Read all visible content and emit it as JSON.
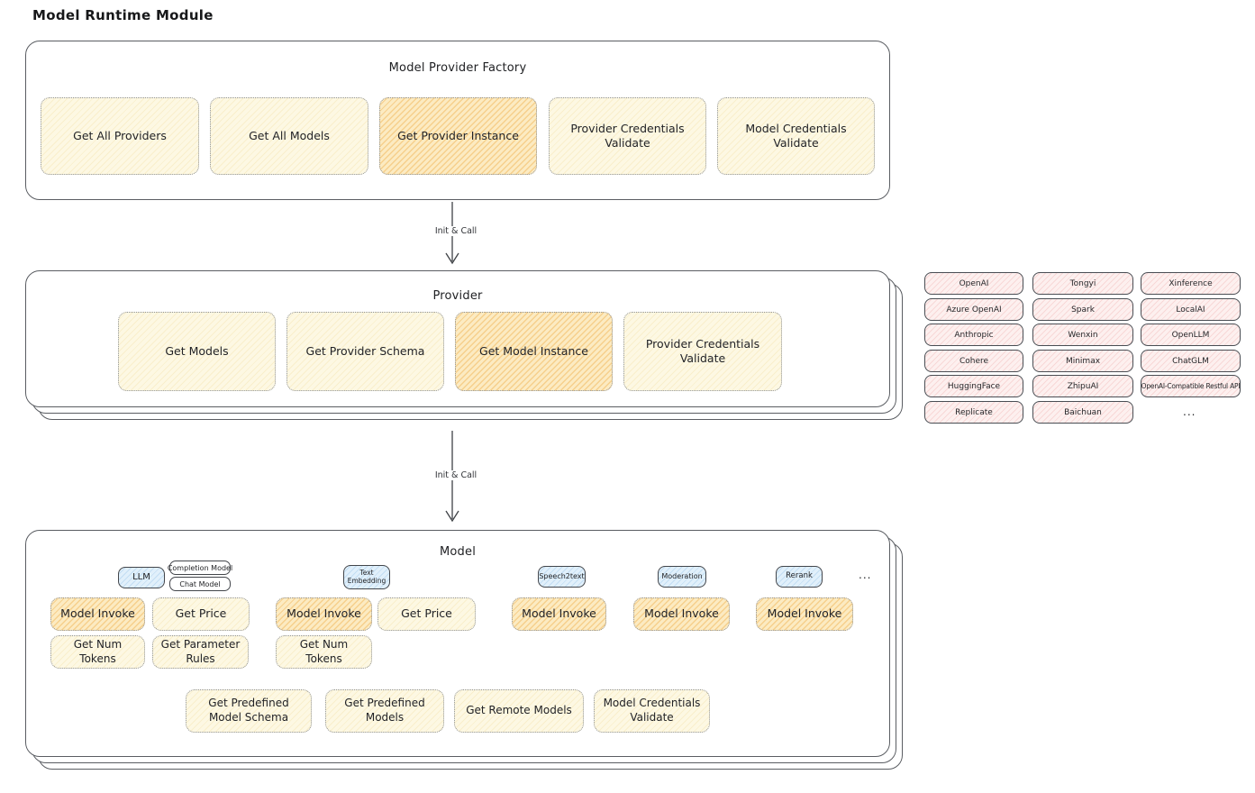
{
  "page_title": "Model Runtime Module",
  "colors": {
    "cream_fill": "#fdf8e3",
    "highlight_fill": "#fcebc2",
    "pink_fill": "#fdf0ef",
    "blue_fill": "#e1f0fb",
    "frame_border": "#5a5d62",
    "dotted_border": "#8f9296",
    "text": "#1f2023"
  },
  "factory": {
    "title": "Model Provider Factory",
    "items": [
      {
        "label": "Get All Providers",
        "highlighted": false
      },
      {
        "label": "Get All Models",
        "highlighted": false
      },
      {
        "label": "Get Provider Instance",
        "highlighted": true
      },
      {
        "label": "Provider Credentials Validate",
        "highlighted": false
      },
      {
        "label": "Model Credentials Validate",
        "highlighted": false
      }
    ]
  },
  "arrow1": {
    "label": "Init & Call"
  },
  "arrow2": {
    "label": "Init & Call"
  },
  "provider": {
    "title": "Provider",
    "items": [
      {
        "label": "Get Models",
        "highlighted": false
      },
      {
        "label": "Get Provider Schema",
        "highlighted": false
      },
      {
        "label": "Get Model Instance",
        "highlighted": true
      },
      {
        "label": "Provider Credentials Validate",
        "highlighted": false
      }
    ]
  },
  "providers_grid": {
    "rows": [
      [
        "OpenAI",
        "Tongyi",
        "Xinference"
      ],
      [
        "Azure OpenAI",
        "Spark",
        "LocalAI"
      ],
      [
        "Anthropic",
        "Wenxin",
        "OpenLLM"
      ],
      [
        "Cohere",
        "Minimax",
        "ChatGLM"
      ],
      [
        "HuggingFace",
        "ZhipuAI",
        "OpenAI-Compatible Restful API"
      ],
      [
        "Replicate",
        "Baichuan",
        "..."
      ]
    ]
  },
  "model": {
    "title": "Model",
    "tabs": {
      "llm": "LLM",
      "completion": "Completion Model",
      "chat": "Chat Model",
      "text_embedding": "Text Embedding",
      "speech2text": "Speech2text",
      "moderation": "Moderation",
      "rerank": "Rerank",
      "more": "..."
    },
    "row1": [
      {
        "label": "Model Invoke",
        "highlighted": true
      },
      {
        "label": "Get Price",
        "highlighted": false
      },
      {
        "label": "Model Invoke",
        "highlighted": true
      },
      {
        "label": "Get Price",
        "highlighted": false
      },
      {
        "label": "Model Invoke",
        "highlighted": true
      },
      {
        "label": "Model Invoke",
        "highlighted": true
      },
      {
        "label": "Model Invoke",
        "highlighted": true
      }
    ],
    "row2": [
      {
        "label": "Get Num Tokens"
      },
      {
        "label": "Get Parameter Rules"
      },
      {
        "label": "Get Num Tokens"
      }
    ],
    "row3": [
      {
        "label": "Get Predefined Model Schema"
      },
      {
        "label": "Get Predefined Models"
      },
      {
        "label": "Get Remote Models"
      },
      {
        "label": "Model Credentials Validate"
      }
    ]
  }
}
